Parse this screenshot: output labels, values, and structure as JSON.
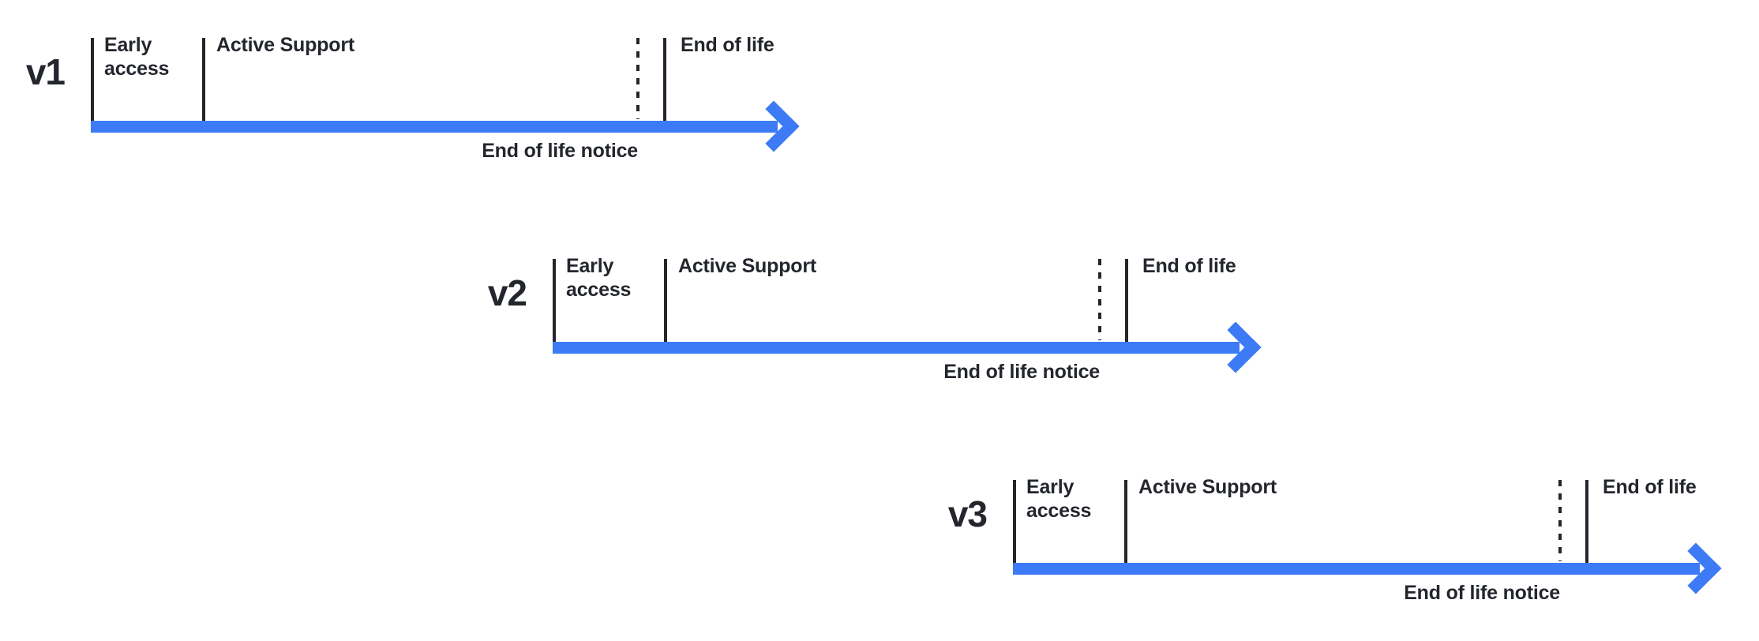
{
  "diagram": {
    "background": "#ffffff",
    "colors": {
      "arrow": "#3C7BF5",
      "ink": "#23262C"
    },
    "timelines": [
      {
        "version": "v1",
        "early_access": "Early access",
        "active_support": "Active Support",
        "end_of_life": "End of life",
        "end_of_life_notice": "End of life notice"
      },
      {
        "version": "v2",
        "early_access": "Early access",
        "active_support": "Active Support",
        "end_of_life": "End of life",
        "end_of_life_notice": "End of life notice"
      },
      {
        "version": "v3",
        "early_access": "Early access",
        "active_support": "Active Support",
        "end_of_life": "End of life",
        "end_of_life_notice": "End of life notice"
      }
    ]
  }
}
